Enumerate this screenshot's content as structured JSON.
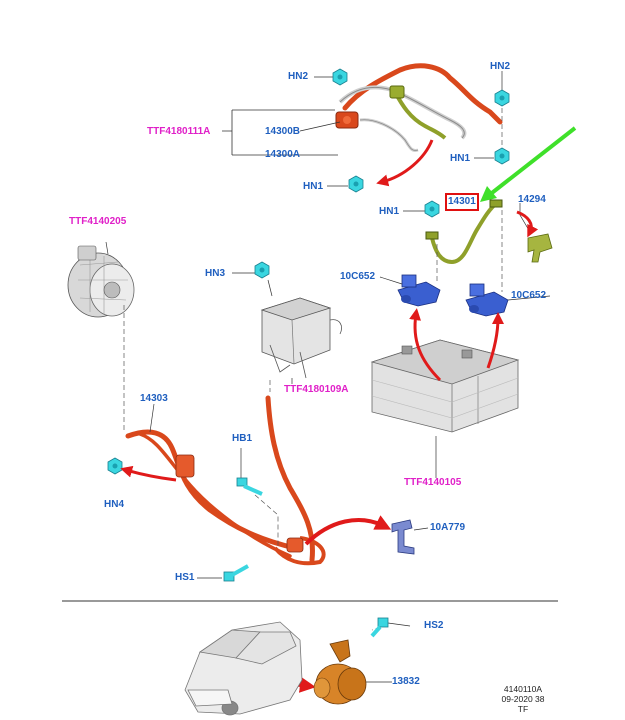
{
  "labels": {
    "hn2_top": "HN2",
    "hn2_right": "HN2",
    "ttf4180111a": "TTF4180111A",
    "l14300b": "14300B",
    "l14300a": "14300A",
    "hn1_right": "HN1",
    "hn1_mid": "HN1",
    "hn1_batt": "HN1",
    "l14301": "14301",
    "l14294": "14294",
    "ttf4140205": "TTF4140205",
    "hn3": "HN3",
    "c652_left": "10C652",
    "c652_right": "10C652",
    "ttf4180109a": "TTF4180109A",
    "l14303": "14303",
    "hb1": "HB1",
    "hn4": "HN4",
    "ttf4140105": "TTF4140105",
    "a779": "10A779",
    "hs1": "HS1",
    "hs2": "HS2",
    "l13832": "13832"
  },
  "footer": {
    "line1": "4140110A",
    "line2": "09-2020 38",
    "line3": "TF"
  },
  "colors": {
    "fastener": "#3ad6e0",
    "label_blue": "#1f5fbf",
    "label_magenta": "#e020c8",
    "cable_orange": "#d9481c",
    "cable_green": "#8fa02a",
    "terminal_blue": "#3a5fd0",
    "arrow_red": "#e01a1a",
    "arrow_green": "#3fe02a",
    "horn_orange": "#c8741a"
  }
}
